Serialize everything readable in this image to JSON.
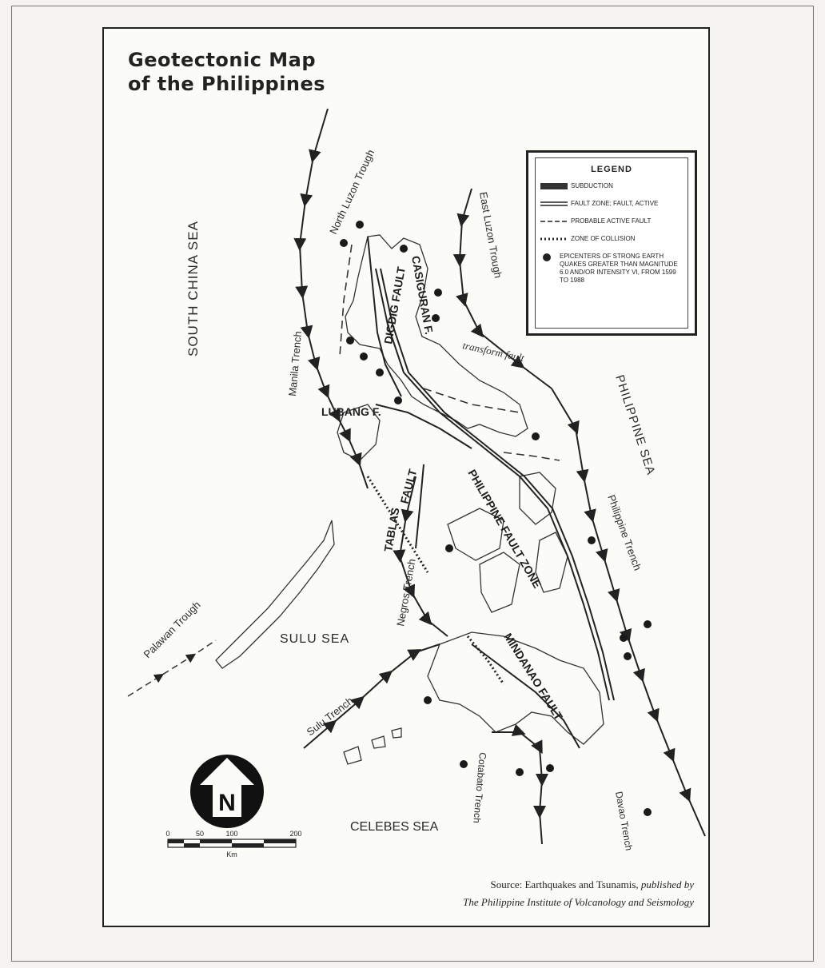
{
  "title_line1": "Geotectonic Map",
  "title_line2": "of the Philippines",
  "seas": {
    "south_china_sea": "SOUTH CHINA SEA",
    "philippine_sea": "PHILIPPINE SEA",
    "sulu_sea": "SULU SEA",
    "celebes_sea": "CELEBES SEA"
  },
  "trenches": {
    "north_luzon_trough": "North Luzon Trough",
    "east_luzon_trough": "East Luzon Trough",
    "manila_trench": "Manila Trench",
    "philippine_trench": "Philippine Trench",
    "negros_trench": "Negros Trench",
    "sulu_trench": "Sulu Trench",
    "palawan_trough": "Palawan Trough",
    "cotabato_trench": "Cotabato Trench",
    "davao_trench": "Davao Trench"
  },
  "faults": {
    "digdig": "DIGDIG FAULT",
    "casiguran": "CASIGURAN F.",
    "lubang": "LUBANG F.",
    "tablas": "TABLAS",
    "tablas_fault": "FAULT",
    "philippine_fault_zone": "PHILIPPINE FAULT ZONE",
    "mindanao": "MINDANAO FAULT",
    "transform_fault": "transform fault"
  },
  "legend": {
    "title": "LEGEND",
    "items": [
      "SUBDUCTION",
      "FAULT ZONE; FAULT, ACTIVE",
      "PROBABLE ACTIVE FAULT",
      "ZONE OF COLLISION",
      "EPICENTERS OF STRONG EARTH QUAKES GREATER THAN MAGNITUDE 6.0 AND/OR INTENSITY VI, FROM 1599 TO 1988"
    ]
  },
  "compass": {
    "letter": "N"
  },
  "scale": {
    "ticks": [
      "0",
      "50",
      "100",
      "200"
    ],
    "unit": "Km"
  },
  "source": {
    "line1_prefix": "Source:",
    "line1_title": "Earthquakes and Tsunamis,",
    "line1_suffix": "published by",
    "line2": "The Philippine Institute of Volcanology and Seismology"
  },
  "colors": {
    "ink": "#222222",
    "paper": "#fbfbf8"
  }
}
